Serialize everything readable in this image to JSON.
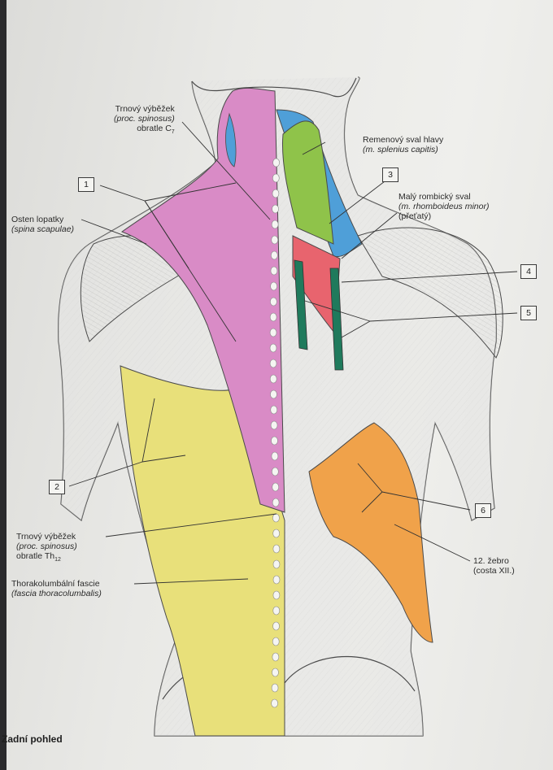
{
  "labels": {
    "spinous_c7": {
      "line1": "Trnový výběžek",
      "line2": "(proc. spinosus)",
      "line3": "obratle C",
      "sub": "7"
    },
    "splenius": {
      "line1": "Remenový sval hlavy",
      "line2": "(m. splenius capitis)"
    },
    "rhomboid_minor": {
      "line1": "Malý rombický sval",
      "line2": "(m. rhomboideus minor)",
      "line3": "(přeťatý)"
    },
    "spina_scapulae": {
      "line1": "Osten lopatky",
      "line2": "(spina scapulae)"
    },
    "spinous_th12": {
      "line1": "Trnový výběžek",
      "line2": "(proc. spinosus)",
      "line3": "obratle Th",
      "sub": "12"
    },
    "fascia": {
      "line1": "Thorakolumbální fascie",
      "line2": "(fascia thoracolumbalis)"
    },
    "rib12": {
      "line1": "12. žebro",
      "line2": "(costa XII.)"
    }
  },
  "numbers": [
    "1",
    "2",
    "3",
    "4",
    "5",
    "6"
  ],
  "caption": "Zadní pohled",
  "colors": {
    "trapezius": "#d98bc6",
    "latissimus": "#e8e07a",
    "splenius": "#8fc34a",
    "levator": "#4f9fd8",
    "rhomboid": "#e8646e",
    "serratus": "#1f7a5c",
    "oblique": "#f0a24a",
    "skin": "#efefec",
    "outline": "#4a4a4a"
  }
}
